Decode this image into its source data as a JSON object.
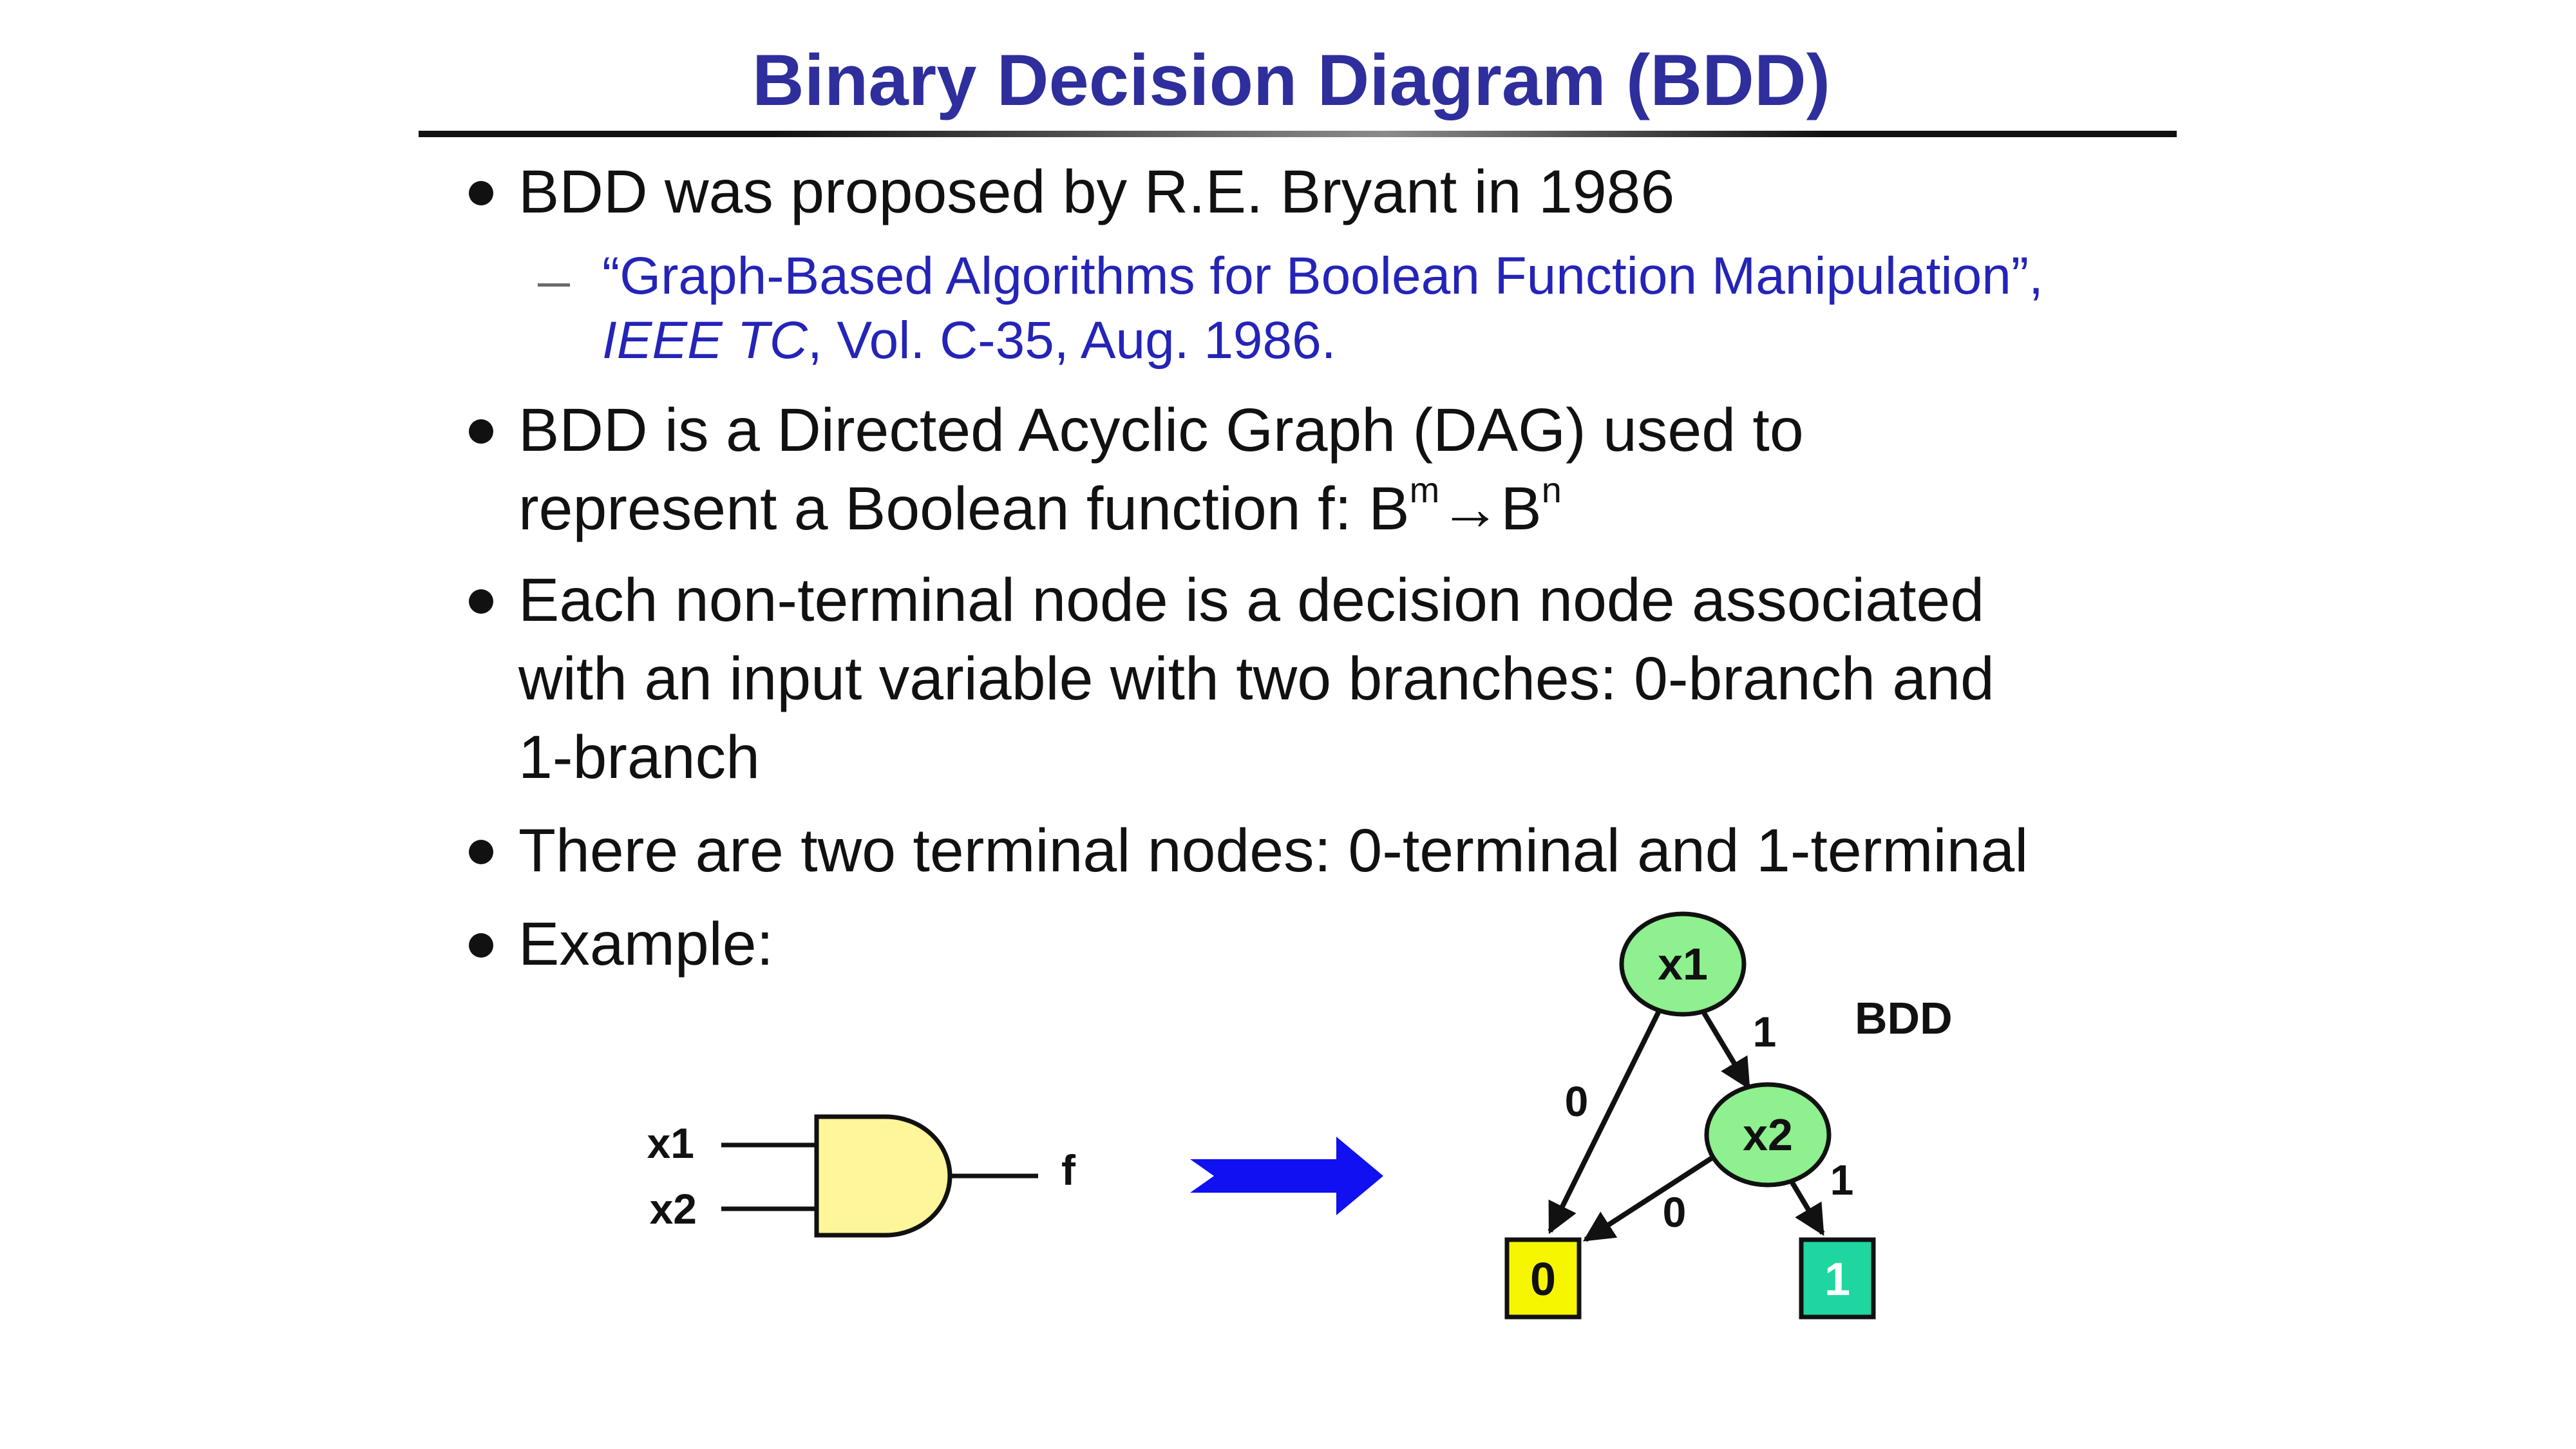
{
  "slide": {
    "title": "Binary Decision Diagram (BDD)",
    "bullets": [
      {
        "text": "BDD was proposed by R.E. Bryant in 1986"
      },
      {
        "line1": "BDD is a Directed Acyclic Graph (DAG) used to",
        "line2_prefix": "represent a Boolean function f: B",
        "sup_m": "m",
        "arrow": "→",
        "base_n": "B",
        "sup_n": "n"
      },
      {
        "line1": "Each non-terminal node is a decision node associated",
        "line2": "with an input variable with two branches: 0-branch and",
        "line3": "1-branch"
      },
      {
        "text": "There are two terminal nodes: 0-terminal and 1-terminal"
      },
      {
        "text": "Example:"
      }
    ],
    "reference": {
      "line1": "“Graph-Based Algorithms for Boolean Function Manipulation”,",
      "journal": "IEEE TC",
      "line2_rest": ", Vol. C-35, Aug. 1986."
    }
  },
  "diagram": {
    "gate": {
      "input1": "x1",
      "input2": "x2",
      "output": "f"
    },
    "bdd": {
      "label": "BDD",
      "node_x1": "x1",
      "node_x2": "x2",
      "terminal_0": "0",
      "terminal_1": "1",
      "edge_x1_low": "0",
      "edge_x1_high": "1",
      "edge_x2_low": "0",
      "edge_x2_high": "1"
    }
  },
  "colors": {
    "title": "#2e2e9c",
    "reference": "#2424b8",
    "gate_fill": "#fff59a",
    "arrow_fill": "#1010f0",
    "node_fill": "#8ef08e",
    "terminal0_fill": "#f6f600",
    "terminal1_fill": "#1fd6a0"
  }
}
